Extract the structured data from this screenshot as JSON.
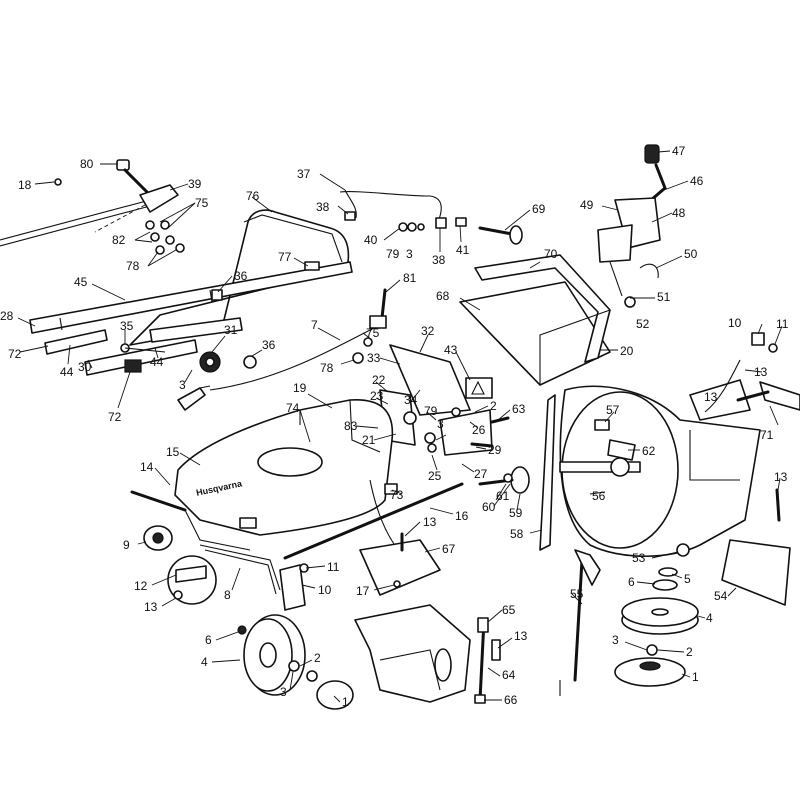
{
  "brand_label": "Husqvarna",
  "callouts": [
    {
      "id": "c18",
      "label": "18"
    },
    {
      "id": "c80",
      "label": "80"
    },
    {
      "id": "c39",
      "label": "39"
    },
    {
      "id": "c75a",
      "label": "75"
    },
    {
      "id": "c82",
      "label": "82"
    },
    {
      "id": "c78a",
      "label": "78"
    },
    {
      "id": "c37",
      "label": "37"
    },
    {
      "id": "c38a",
      "label": "38"
    },
    {
      "id": "c40",
      "label": "40"
    },
    {
      "id": "c79a",
      "label": "79"
    },
    {
      "id": "c3a",
      "label": "3"
    },
    {
      "id": "c38b",
      "label": "38"
    },
    {
      "id": "c41",
      "label": "41"
    },
    {
      "id": "c69",
      "label": "69"
    },
    {
      "id": "c47",
      "label": "47"
    },
    {
      "id": "c46",
      "label": "46"
    },
    {
      "id": "c49",
      "label": "49"
    },
    {
      "id": "c48",
      "label": "48"
    },
    {
      "id": "c50",
      "label": "50"
    },
    {
      "id": "c51",
      "label": "51"
    },
    {
      "id": "c52",
      "label": "52"
    },
    {
      "id": "c76",
      "label": "76"
    },
    {
      "id": "c77",
      "label": "77"
    },
    {
      "id": "c36a",
      "label": "36"
    },
    {
      "id": "c45",
      "label": "45"
    },
    {
      "id": "c28",
      "label": "28"
    },
    {
      "id": "c72a",
      "label": "72"
    },
    {
      "id": "c44a",
      "label": "44"
    },
    {
      "id": "c35",
      "label": "35"
    },
    {
      "id": "c30",
      "label": "30"
    },
    {
      "id": "c72b",
      "label": "72"
    },
    {
      "id": "c44b",
      "label": "44"
    },
    {
      "id": "c3b",
      "label": "3"
    },
    {
      "id": "c31",
      "label": "31"
    },
    {
      "id": "c36b",
      "label": "36"
    },
    {
      "id": "c7",
      "label": "7"
    },
    {
      "id": "c81",
      "label": "81"
    },
    {
      "id": "c75b",
      "label": "75"
    },
    {
      "id": "c78b",
      "label": "78"
    },
    {
      "id": "c33",
      "label": "33"
    },
    {
      "id": "c32",
      "label": "32"
    },
    {
      "id": "c43",
      "label": "43"
    },
    {
      "id": "c68",
      "label": "68"
    },
    {
      "id": "c70",
      "label": "70"
    },
    {
      "id": "c20",
      "label": "20"
    },
    {
      "id": "c10a",
      "label": "10"
    },
    {
      "id": "c11a",
      "label": "11"
    },
    {
      "id": "c13a",
      "label": "13"
    },
    {
      "id": "c71",
      "label": "71"
    },
    {
      "id": "c19",
      "label": "19"
    },
    {
      "id": "c22",
      "label": "22"
    },
    {
      "id": "c23",
      "label": "23"
    },
    {
      "id": "c34",
      "label": "34"
    },
    {
      "id": "c79b",
      "label": "79"
    },
    {
      "id": "c2a",
      "label": "2"
    },
    {
      "id": "c63",
      "label": "63"
    },
    {
      "id": "c74",
      "label": "74"
    },
    {
      "id": "c83",
      "label": "83"
    },
    {
      "id": "c21",
      "label": "21"
    },
    {
      "id": "c3c",
      "label": "3"
    },
    {
      "id": "c26",
      "label": "26"
    },
    {
      "id": "c29",
      "label": "29"
    },
    {
      "id": "c27",
      "label": "27"
    },
    {
      "id": "c25",
      "label": "25"
    },
    {
      "id": "c57",
      "label": "57"
    },
    {
      "id": "c62",
      "label": "62"
    },
    {
      "id": "c15",
      "label": "15"
    },
    {
      "id": "c14",
      "label": "14"
    },
    {
      "id": "c73",
      "label": "73"
    },
    {
      "id": "c16",
      "label": "16"
    },
    {
      "id": "c61",
      "label": "61"
    },
    {
      "id": "c60",
      "label": "60"
    },
    {
      "id": "c59",
      "label": "59"
    },
    {
      "id": "c56",
      "label": "56"
    },
    {
      "id": "c58",
      "label": "58"
    },
    {
      "id": "c13b",
      "label": "13"
    },
    {
      "id": "c9",
      "label": "9"
    },
    {
      "id": "c13c",
      "label": "13"
    },
    {
      "id": "c67",
      "label": "67"
    },
    {
      "id": "c11b",
      "label": "11"
    },
    {
      "id": "c12",
      "label": "12"
    },
    {
      "id": "c13d",
      "label": "13"
    },
    {
      "id": "c8",
      "label": "8"
    },
    {
      "id": "c10b",
      "label": "10"
    },
    {
      "id": "c17",
      "label": "17"
    },
    {
      "id": "c55",
      "label": "55"
    },
    {
      "id": "c53",
      "label": "53"
    },
    {
      "id": "c6a",
      "label": "6"
    },
    {
      "id": "c5",
      "label": "5"
    },
    {
      "id": "c54",
      "label": "54"
    },
    {
      "id": "c4a",
      "label": "4"
    },
    {
      "id": "c65",
      "label": "65"
    },
    {
      "id": "c13e",
      "label": "13"
    },
    {
      "id": "c64",
      "label": "64"
    },
    {
      "id": "c66",
      "label": "66"
    },
    {
      "id": "c6b",
      "label": "6"
    },
    {
      "id": "c4b",
      "label": "4"
    },
    {
      "id": "c2b",
      "label": "2"
    },
    {
      "id": "c3d",
      "label": "3"
    },
    {
      "id": "c1a",
      "label": "1"
    },
    {
      "id": "c3e",
      "label": "3"
    },
    {
      "id": "c2c",
      "label": "2"
    },
    {
      "id": "c1b",
      "label": "1"
    },
    {
      "id": "c13f",
      "label": "13"
    }
  ]
}
